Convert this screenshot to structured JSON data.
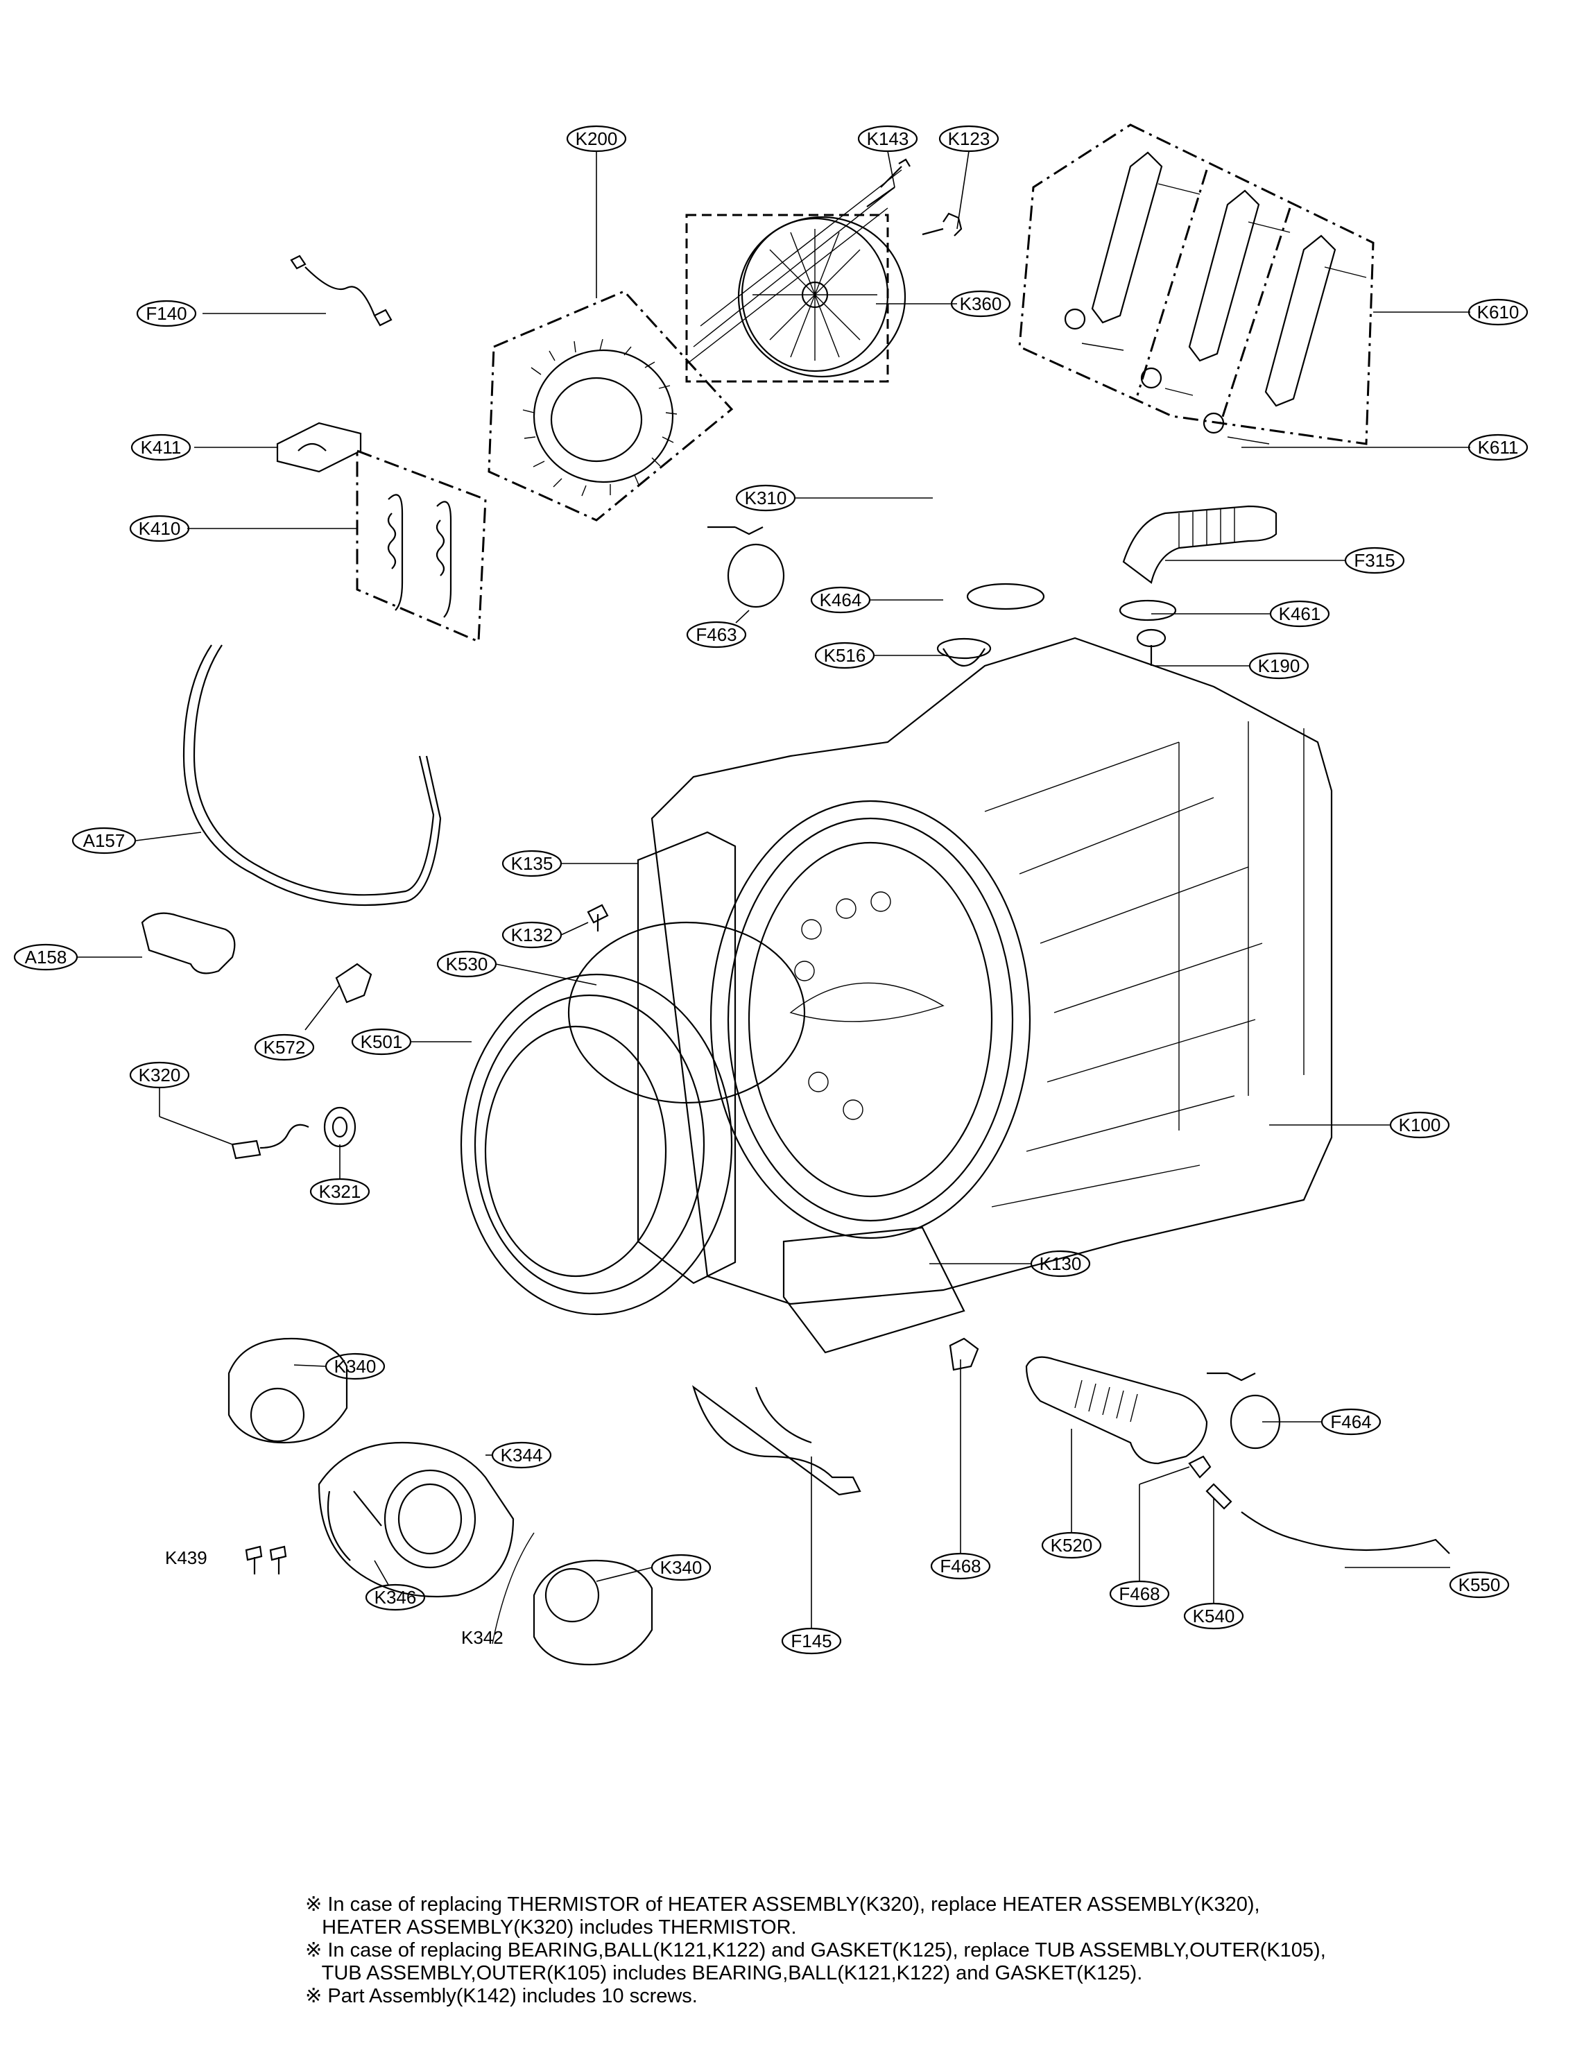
{
  "callouts": [
    {
      "id": "K200",
      "text": "K200"
    },
    {
      "id": "K143",
      "text": "K143"
    },
    {
      "id": "K123",
      "text": "K123"
    },
    {
      "id": "F140",
      "text": "F140"
    },
    {
      "id": "K360",
      "text": "K360"
    },
    {
      "id": "K610",
      "text": "K610"
    },
    {
      "id": "K411",
      "text": "K411"
    },
    {
      "id": "K611",
      "text": "K611"
    },
    {
      "id": "K410",
      "text": "K410"
    },
    {
      "id": "K310",
      "text": "K310"
    },
    {
      "id": "F315",
      "text": "F315"
    },
    {
      "id": "K464",
      "text": "K464"
    },
    {
      "id": "K461",
      "text": "K461"
    },
    {
      "id": "F463",
      "text": "F463"
    },
    {
      "id": "K516",
      "text": "K516"
    },
    {
      "id": "K190",
      "text": "K190"
    },
    {
      "id": "A157",
      "text": "A157"
    },
    {
      "id": "K135",
      "text": "K135"
    },
    {
      "id": "K132",
      "text": "K132"
    },
    {
      "id": "A158",
      "text": "A158"
    },
    {
      "id": "K530",
      "text": "K530"
    },
    {
      "id": "K572",
      "text": "K572"
    },
    {
      "id": "K501",
      "text": "K501"
    },
    {
      "id": "K320",
      "text": "K320"
    },
    {
      "id": "K100",
      "text": "K100"
    },
    {
      "id": "K321",
      "text": "K321"
    },
    {
      "id": "K130",
      "text": "K130"
    },
    {
      "id": "K340a",
      "text": "K340"
    },
    {
      "id": "F464",
      "text": "F464"
    },
    {
      "id": "K344",
      "text": "K344"
    },
    {
      "id": "K520",
      "text": "K520"
    },
    {
      "id": "F468a",
      "text": "F468"
    },
    {
      "id": "F468b",
      "text": "F468"
    },
    {
      "id": "K346",
      "text": "K346"
    },
    {
      "id": "K340b",
      "text": "K340"
    },
    {
      "id": "K550",
      "text": "K550"
    },
    {
      "id": "F145",
      "text": "F145"
    },
    {
      "id": "K540",
      "text": "K540"
    }
  ],
  "plain_labels": {
    "k439": "K439",
    "k342": "K342"
  },
  "notes": [
    "※ In case of replacing THERMISTOR of HEATER ASSEMBLY(K320), replace HEATER ASSEMBLY(K320),",
    "   HEATER ASSEMBLY(K320) includes THERMISTOR.",
    "※ In case of replacing BEARING,BALL(K121,K122) and GASKET(K125), replace TUB ASSEMBLY,OUTER(K105),",
    "   TUB ASSEMBLY,OUTER(K105) includes BEARING,BALL(K121,K122) and GASKET(K125).",
    "※ Part Assembly(K142) includes 10 screws."
  ]
}
